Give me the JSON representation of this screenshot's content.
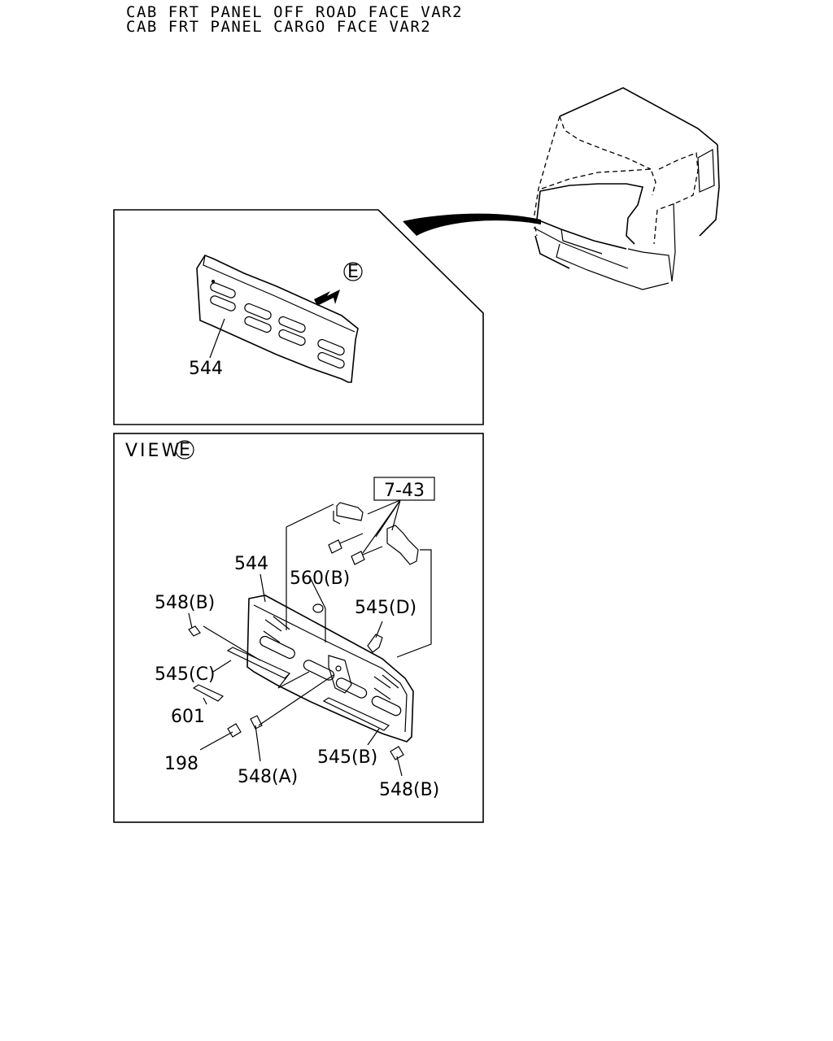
{
  "header": {
    "line1": "CAB FRT PANEL OFF ROAD FACE VAR2",
    "line2": "CAB FRT PANEL CARGO FACE VAR2"
  },
  "detail_box": {
    "view_marker": "E",
    "part_label": "544"
  },
  "view_box": {
    "title": "VIEW",
    "view_marker": "E",
    "ref_box": "7-43",
    "labels": {
      "panel": "544",
      "p560b": "560(B)",
      "p548b_top": "548(B)",
      "p545d": "545(D)",
      "p545c": "545(C)",
      "p601": "601",
      "p198": "198",
      "p548a": "548(A)",
      "p545b": "545(B)",
      "p548b_bottom": "548(B)"
    }
  }
}
